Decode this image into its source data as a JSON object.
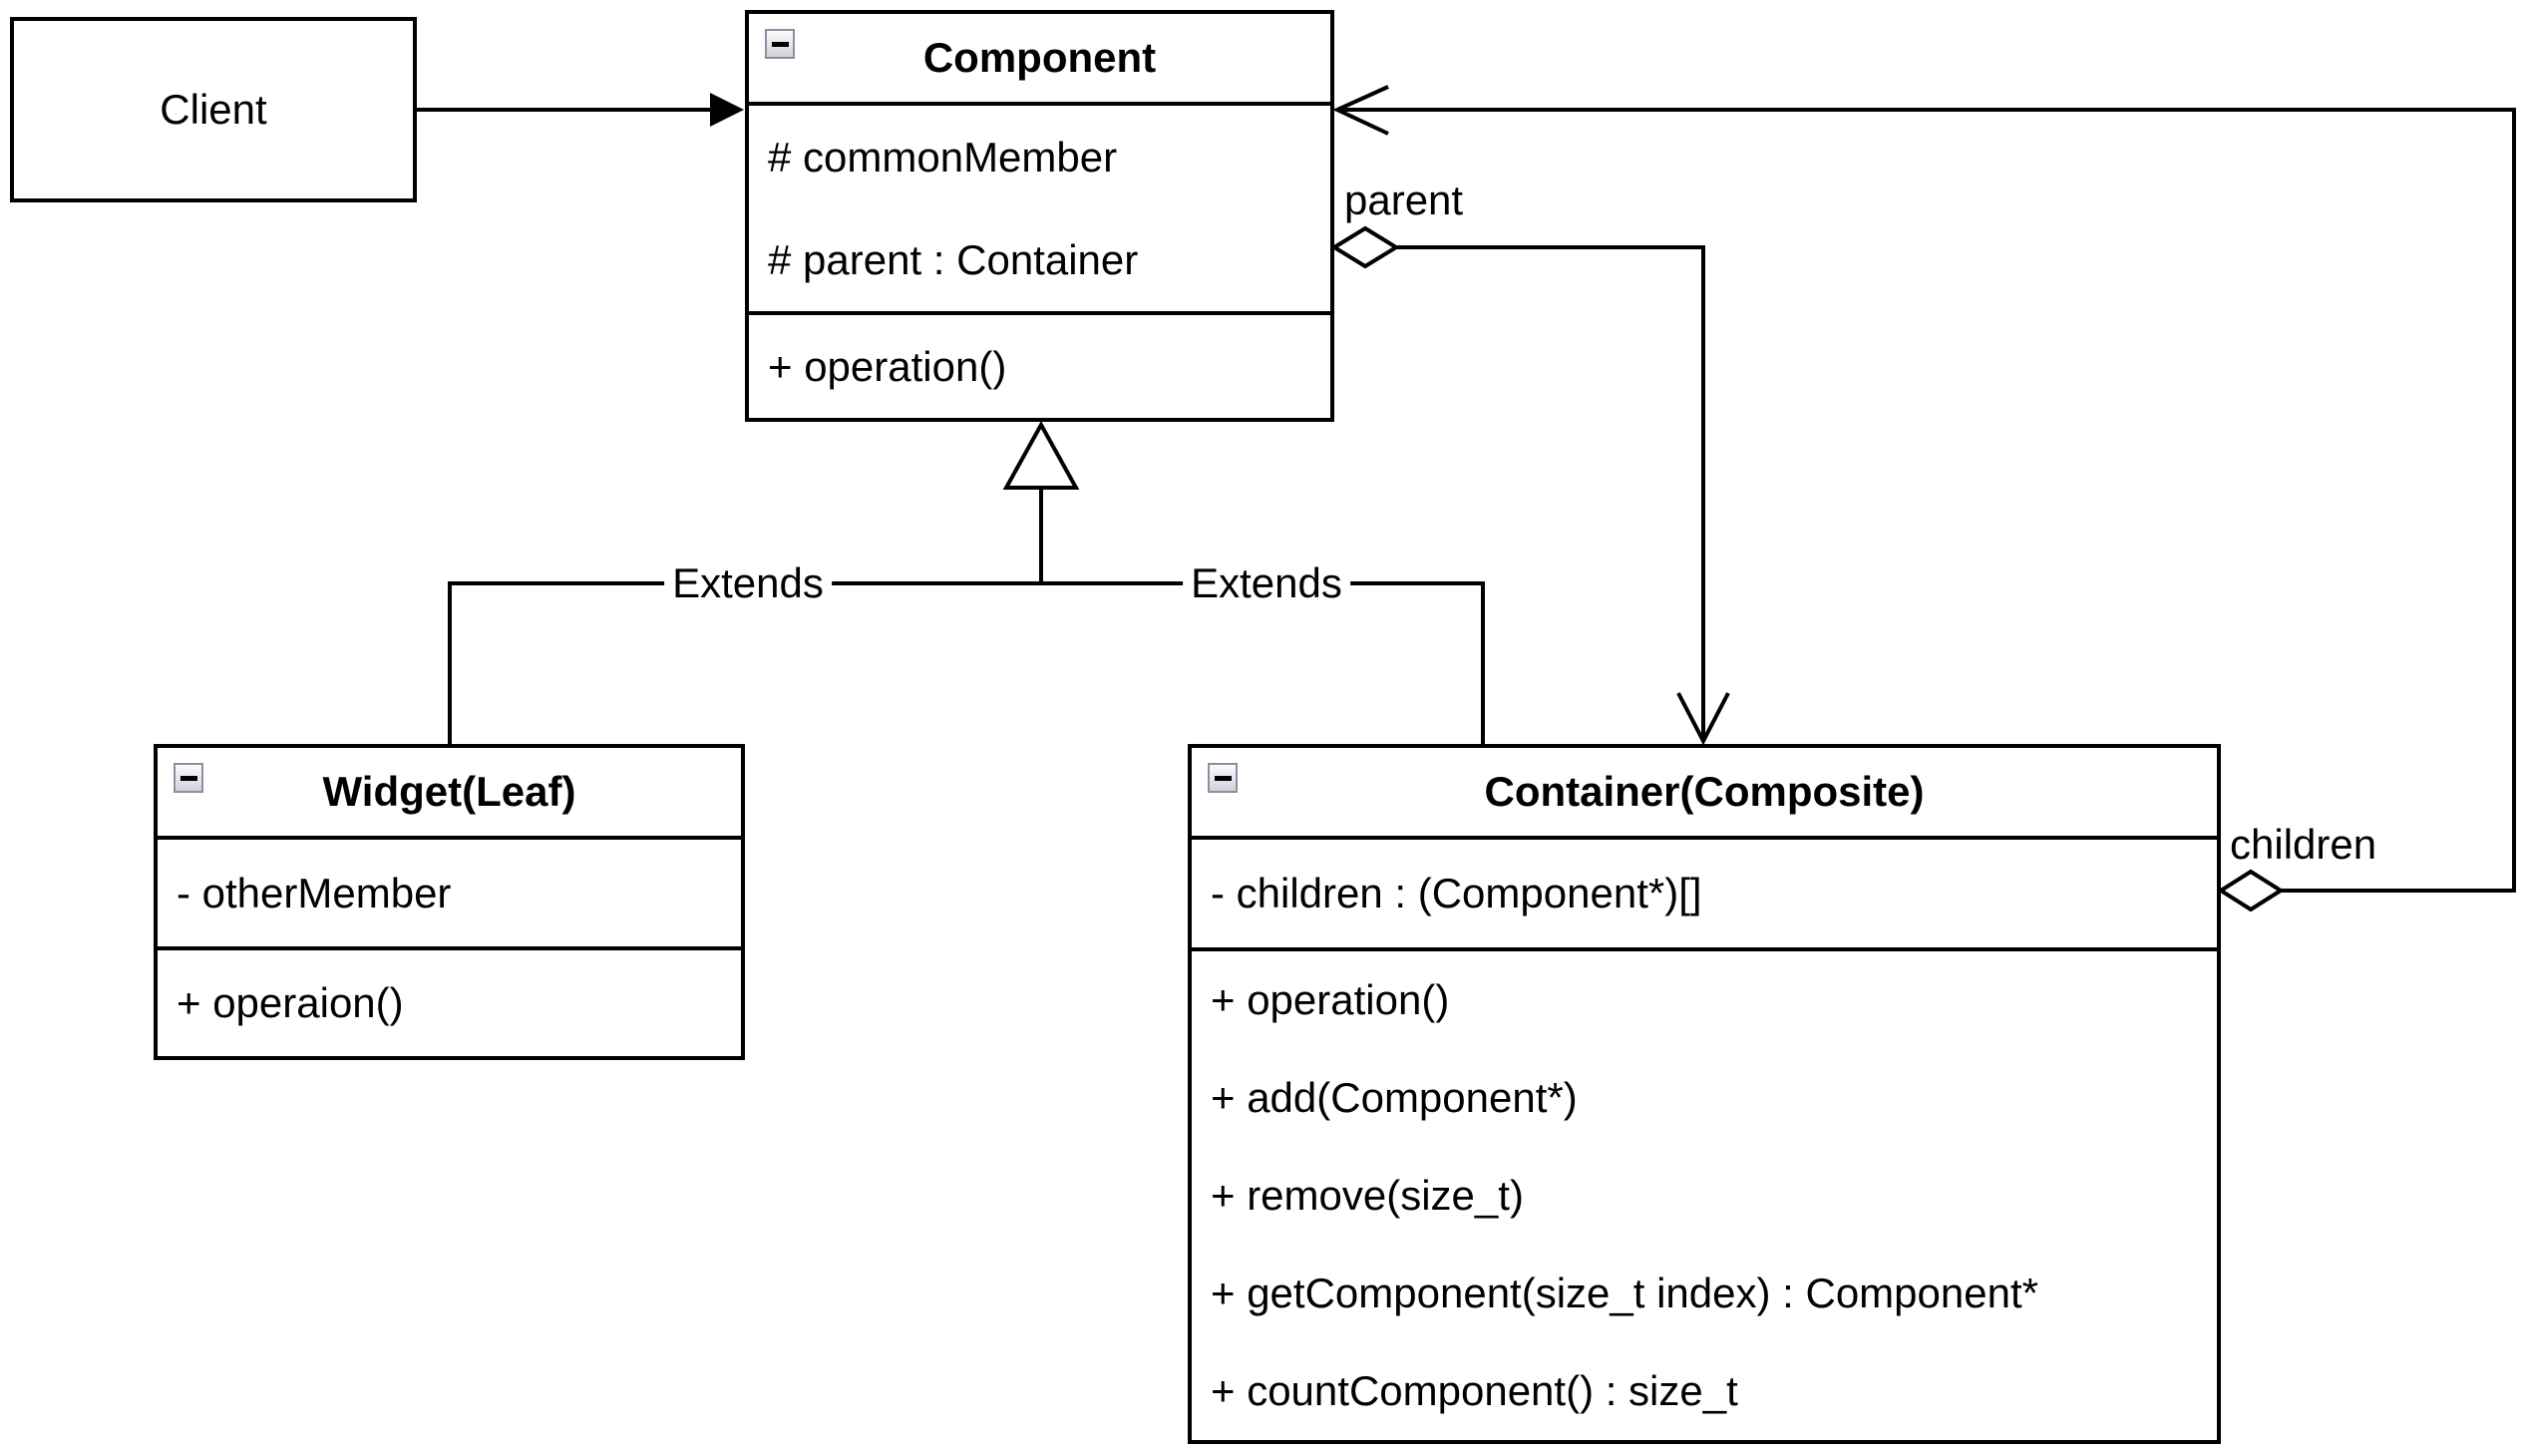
{
  "canvas": {
    "background": "#ffffff",
    "line_color": "#000000",
    "icon_border_color": "#8e8ea2"
  },
  "classes": {
    "client": {
      "title": "Client"
    },
    "component": {
      "title": "Component",
      "collapse_icon": "minus",
      "members": [
        "# commonMember",
        "# parent : Container"
      ],
      "methods": [
        "+ operation()"
      ]
    },
    "widget": {
      "title": "Widget(Leaf)",
      "collapse_icon": "minus",
      "members": [
        "- otherMember"
      ],
      "methods": [
        "+ operaion()"
      ]
    },
    "container": {
      "title": "Container(Composite)",
      "collapse_icon": "minus",
      "members": [
        "- children : (Component*)[]"
      ],
      "methods": [
        "+ operation()",
        "+ add(Component*)",
        "+ remove(size_t)",
        "+ getComponent(size_t index) : Component*",
        "+ countComponent() : size_t"
      ]
    }
  },
  "relationships": {
    "extends_left_label": "Extends",
    "extends_right_label": "Extends",
    "parent_label": "parent",
    "children_label": "children"
  }
}
